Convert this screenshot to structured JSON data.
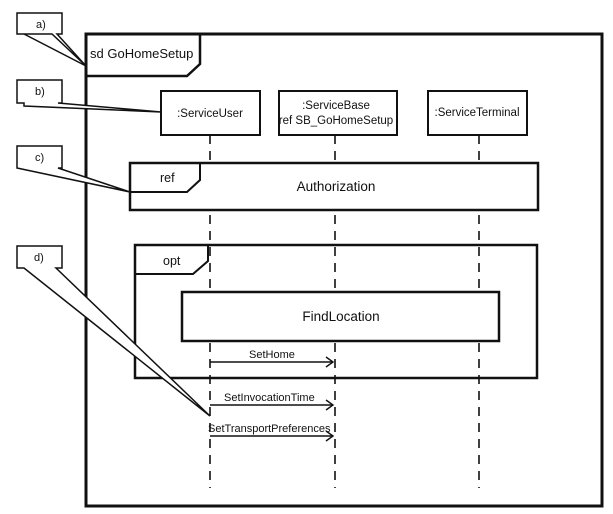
{
  "diagram": {
    "frame": {
      "keyword": "sd",
      "name": "GoHomeSetup"
    },
    "lifelines": [
      {
        "id": "user",
        "label": ":ServiceUser"
      },
      {
        "id": "base",
        "label": ":ServiceBase",
        "sublabel": "ref SB_GoHomeSetup"
      },
      {
        "id": "terminal",
        "label": ":ServiceTerminal"
      }
    ],
    "fragments": [
      {
        "operator": "ref",
        "label": "Authorization"
      },
      {
        "operator": "opt",
        "inner_ref": "FindLocation"
      }
    ],
    "messages": [
      {
        "label": "SetHome",
        "from": ":ServiceUser",
        "to": ":ServiceBase"
      },
      {
        "label": "SetInvocationTime",
        "from": ":ServiceUser",
        "to": ":ServiceBase"
      },
      {
        "label": "SetTransportPreferences",
        "from": ":ServiceUser",
        "to": ":ServiceBase"
      }
    ],
    "callouts": [
      {
        "label": "a)"
      },
      {
        "label": "b)"
      },
      {
        "label": "c)"
      },
      {
        "label": "d)"
      }
    ]
  }
}
